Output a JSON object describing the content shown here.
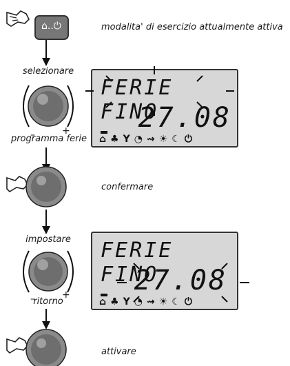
{
  "steps": {
    "mode_active": "modalita' di esercizio attualmente attiva",
    "confirm": "confermare",
    "activate": "attivare"
  },
  "knob1": {
    "top_label": "selezionare",
    "bottom_label": "programma ferie",
    "minus": "–",
    "plus": "+"
  },
  "knob2": {
    "top_label": "impostare",
    "bottom_label": "ritorno",
    "minus": "–",
    "plus": "+"
  },
  "lcd1": {
    "line1": "FERIE FINO",
    "line2": "27.08"
  },
  "lcd2": {
    "line1": "FERIE FINO",
    "line2": "27.08"
  },
  "symbols": [
    "⌂",
    "♣",
    "Y",
    "◔",
    "⇝",
    "☀",
    "☾",
    "⏻"
  ]
}
